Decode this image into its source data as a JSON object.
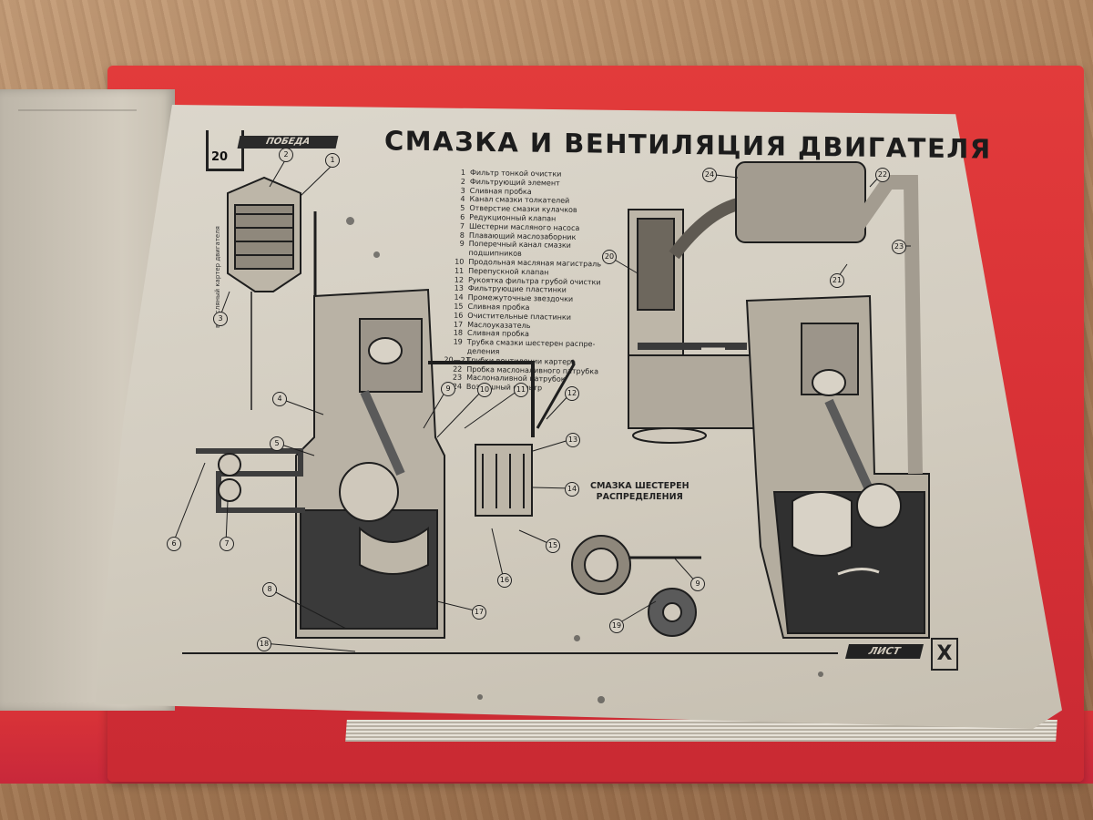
{
  "page": {
    "title": "СМАЗКА И ВЕНТИЛЯЦИЯ ДВИГАТЕЛЯ",
    "logo_number": "20",
    "logo_band": "ПОБЕДА",
    "sheet_label": "ЛИСТ",
    "sheet_number": "Х",
    "gear_caption_line1": "СМАЗКА ШЕСТЕРЕН",
    "gear_caption_line2": "РАСПРЕДЕЛЕНИЯ",
    "side_note": "в масляный картер двигателя"
  },
  "legend": [
    {
      "num": "1",
      "text": "Фильтр тонкой очистки"
    },
    {
      "num": "2",
      "text": "Фильтрующий элемент"
    },
    {
      "num": "3",
      "text": "Сливная пробка"
    },
    {
      "num": "4",
      "text": "Канал смазки толкателей"
    },
    {
      "num": "5",
      "text": "Отверстие смазки кулачков"
    },
    {
      "num": "6",
      "text": "Редукционный клапан"
    },
    {
      "num": "7",
      "text": "Шестерни масляного насоса"
    },
    {
      "num": "8",
      "text": "Плавающий маслозаборник"
    },
    {
      "num": "9",
      "text": "Поперечный канал смазки"
    },
    {
      "num": "",
      "text": "подшипников"
    },
    {
      "num": "10",
      "text": "Продольная масляная магистраль"
    },
    {
      "num": "11",
      "text": "Перепускной клапан"
    },
    {
      "num": "12",
      "text": "Рукоятка фильтра грубой очистки"
    },
    {
      "num": "13",
      "text": "Фильтрующие пластинки"
    },
    {
      "num": "14",
      "text": "Промежуточные звездочки"
    },
    {
      "num": "15",
      "text": "Сливная пробка"
    },
    {
      "num": "16",
      "text": "Очистительные пластинки"
    },
    {
      "num": "17",
      "text": "Маслоуказатель"
    },
    {
      "num": "18",
      "text": "Сливная пробка"
    },
    {
      "num": "19",
      "text": "Трубка смазки шестерен распре-"
    },
    {
      "num": "",
      "text": "деления"
    },
    {
      "num": "20—21",
      "text": "Трубки вентиляции картера"
    },
    {
      "num": "22",
      "text": "Пробка маслоналивного патрубка"
    },
    {
      "num": "23",
      "text": "Маслоналивной патрубок"
    },
    {
      "num": "24",
      "text": "Воздушный фильтр"
    }
  ],
  "callouts": [
    "1",
    "2",
    "3",
    "4",
    "5",
    "6",
    "7",
    "8",
    "9",
    "10",
    "11",
    "12",
    "13",
    "14",
    "15",
    "16",
    "17",
    "18",
    "19",
    "20",
    "21",
    "22",
    "23",
    "24",
    "9"
  ]
}
